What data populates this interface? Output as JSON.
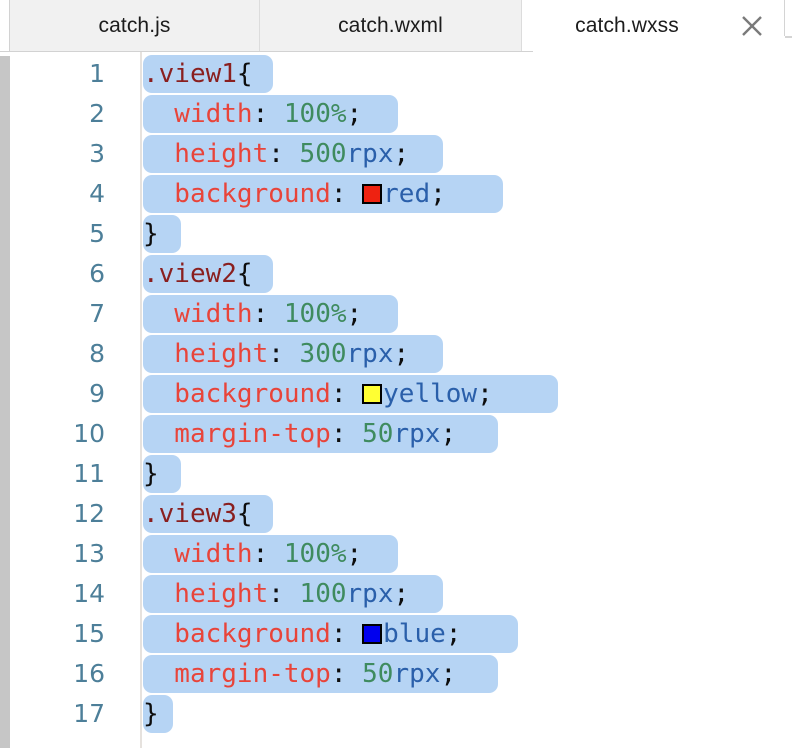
{
  "tabbar": {
    "tabs": [
      {
        "label": "catch.js",
        "active": false
      },
      {
        "label": "catch.wxml",
        "active": false
      },
      {
        "label": "catch.wxss",
        "active": true
      }
    ],
    "close_icon": "close-icon"
  },
  "editor": {
    "language": "wxss",
    "selection_color": "#b6d4f4",
    "lineno_color": "#4d7f99",
    "lines": [
      {
        "n": "1",
        "text": ".view1{"
      },
      {
        "n": "2",
        "text": "  width: 100%;"
      },
      {
        "n": "3",
        "text": "  height: 500rpx;"
      },
      {
        "n": "4",
        "text": "  background: red;"
      },
      {
        "n": "5",
        "text": "}"
      },
      {
        "n": "6",
        "text": ".view2{"
      },
      {
        "n": "7",
        "text": "  width: 100%;"
      },
      {
        "n": "8",
        "text": "  height: 300rpx;"
      },
      {
        "n": "9",
        "text": "  background: yellow;"
      },
      {
        "n": "10",
        "text": "  margin-top: 50rpx;"
      },
      {
        "n": "11",
        "text": "}"
      },
      {
        "n": "12",
        "text": ".view3{"
      },
      {
        "n": "13",
        "text": "  width: 100%;"
      },
      {
        "n": "14",
        "text": "  height: 100rpx;"
      },
      {
        "n": "15",
        "text": "  background: blue;"
      },
      {
        "n": "16",
        "text": "  margin-top: 50rpx;"
      },
      {
        "n": "17",
        "text": "}"
      }
    ],
    "rules": [
      {
        "selector": ".view1",
        "declarations": [
          {
            "property": "width",
            "value": "100%",
            "number": "100",
            "unit": "%"
          },
          {
            "property": "height",
            "value": "500rpx",
            "number": "500",
            "unit": "rpx"
          },
          {
            "property": "background",
            "value": "red",
            "swatch": "#ee2211"
          }
        ]
      },
      {
        "selector": ".view2",
        "declarations": [
          {
            "property": "width",
            "value": "100%",
            "number": "100",
            "unit": "%"
          },
          {
            "property": "height",
            "value": "300rpx",
            "number": "300",
            "unit": "rpx"
          },
          {
            "property": "background",
            "value": "yellow",
            "swatch": "#ffff33"
          },
          {
            "property": "margin-top",
            "value": "50rpx",
            "number": "50",
            "unit": "rpx"
          }
        ]
      },
      {
        "selector": ".view3",
        "declarations": [
          {
            "property": "width",
            "value": "100%",
            "number": "100",
            "unit": "%"
          },
          {
            "property": "height",
            "value": "100rpx",
            "number": "100",
            "unit": "rpx"
          },
          {
            "property": "background",
            "value": "blue",
            "swatch": "#0000ee"
          },
          {
            "property": "margin-top",
            "value": "50rpx",
            "number": "50",
            "unit": "rpx"
          }
        ]
      }
    ],
    "tokens": {
      "line1": [
        {
          "c": "t-sel",
          "v": ".view1"
        },
        {
          "c": "t-brace",
          "v": "{"
        }
      ],
      "line2": [
        {
          "c": "t-prop",
          "v": "  width"
        },
        {
          "c": "t-punct",
          "v": ": "
        },
        {
          "c": "t-num",
          "v": "100%"
        },
        {
          "c": "t-punct",
          "v": ";"
        }
      ],
      "line3": [
        {
          "c": "t-prop",
          "v": "  height"
        },
        {
          "c": "t-punct",
          "v": ": "
        },
        {
          "c": "t-num",
          "v": "500"
        },
        {
          "c": "t-unit",
          "v": "rpx"
        },
        {
          "c": "t-punct",
          "v": ";"
        }
      ],
      "line4": [
        {
          "c": "t-prop",
          "v": "  background"
        },
        {
          "c": "t-punct",
          "v": ": "
        },
        {
          "c": "swatch",
          "v": "#ee2211"
        },
        {
          "c": "t-unit",
          "v": "red"
        },
        {
          "c": "t-punct",
          "v": ";"
        }
      ],
      "line5": [
        {
          "c": "t-brace",
          "v": "}"
        }
      ],
      "line6": [
        {
          "c": "t-sel",
          "v": ".view2"
        },
        {
          "c": "t-brace",
          "v": "{"
        }
      ],
      "line7": [
        {
          "c": "t-prop",
          "v": "  width"
        },
        {
          "c": "t-punct",
          "v": ": "
        },
        {
          "c": "t-num",
          "v": "100%"
        },
        {
          "c": "t-punct",
          "v": ";"
        }
      ],
      "line8": [
        {
          "c": "t-prop",
          "v": "  height"
        },
        {
          "c": "t-punct",
          "v": ": "
        },
        {
          "c": "t-num",
          "v": "300"
        },
        {
          "c": "t-unit",
          "v": "rpx"
        },
        {
          "c": "t-punct",
          "v": ";"
        }
      ],
      "line9": [
        {
          "c": "t-prop",
          "v": "  background"
        },
        {
          "c": "t-punct",
          "v": ": "
        },
        {
          "c": "swatch",
          "v": "#ffff33"
        },
        {
          "c": "t-unit",
          "v": "yellow"
        },
        {
          "c": "t-punct",
          "v": ";"
        }
      ],
      "line10": [
        {
          "c": "t-prop",
          "v": "  margin-top"
        },
        {
          "c": "t-punct",
          "v": ": "
        },
        {
          "c": "t-num",
          "v": "50"
        },
        {
          "c": "t-unit",
          "v": "rpx"
        },
        {
          "c": "t-punct",
          "v": ";"
        }
      ],
      "line11": [
        {
          "c": "t-brace",
          "v": "}"
        }
      ],
      "line12": [
        {
          "c": "t-sel",
          "v": ".view3"
        },
        {
          "c": "t-brace",
          "v": "{"
        }
      ],
      "line13": [
        {
          "c": "t-prop",
          "v": "  width"
        },
        {
          "c": "t-punct",
          "v": ": "
        },
        {
          "c": "t-num",
          "v": "100%"
        },
        {
          "c": "t-punct",
          "v": ";"
        }
      ],
      "line14": [
        {
          "c": "t-prop",
          "v": "  height"
        },
        {
          "c": "t-punct",
          "v": ": "
        },
        {
          "c": "t-num",
          "v": "100"
        },
        {
          "c": "t-unit",
          "v": "rpx"
        },
        {
          "c": "t-punct",
          "v": ";"
        }
      ],
      "line15": [
        {
          "c": "t-prop",
          "v": "  background"
        },
        {
          "c": "t-punct",
          "v": ": "
        },
        {
          "c": "swatch",
          "v": "#0000ee"
        },
        {
          "c": "t-unit",
          "v": "blue"
        },
        {
          "c": "t-punct",
          "v": ";"
        }
      ],
      "line16": [
        {
          "c": "t-prop",
          "v": "  margin-top"
        },
        {
          "c": "t-punct",
          "v": ": "
        },
        {
          "c": "t-num",
          "v": "50"
        },
        {
          "c": "t-unit",
          "v": "rpx"
        },
        {
          "c": "t-punct",
          "v": ";"
        }
      ],
      "line17": [
        {
          "c": "t-brace",
          "v": "}"
        }
      ]
    },
    "selection_widths": [
      130,
      255,
      300,
      360,
      38,
      130,
      255,
      300,
      415,
      355,
      38,
      130,
      255,
      300,
      375,
      355,
      30
    ]
  }
}
